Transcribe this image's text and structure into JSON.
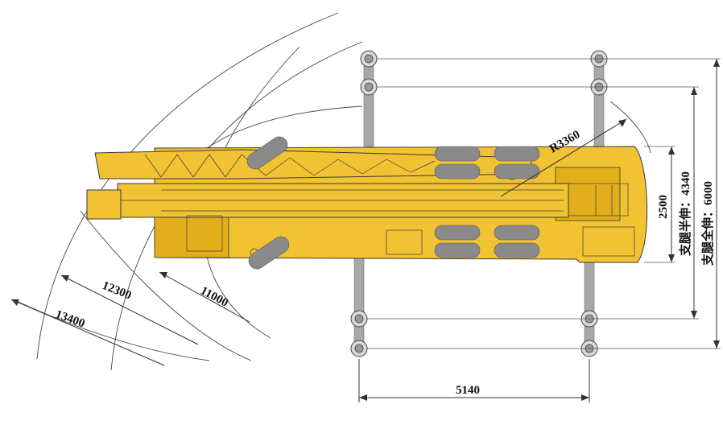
{
  "dimensions": {
    "radius_13400": "13400",
    "radius_12300": "12300",
    "radius_11000": "11000",
    "tail_radius": "R3360",
    "outrigger_span_longitudinal": "5140",
    "body_width": "2500",
    "outrigger_half_extended_width": "4340",
    "outrigger_full_extended_width": "6000"
  },
  "labels": {
    "outrigger_half_extended": "支腿半伸：",
    "outrigger_full_extended": "支腿全伸："
  },
  "colors": {
    "body": "#f1c232",
    "outrigger_beam": "#a8a8a8",
    "pads": "#8a8a8a"
  }
}
